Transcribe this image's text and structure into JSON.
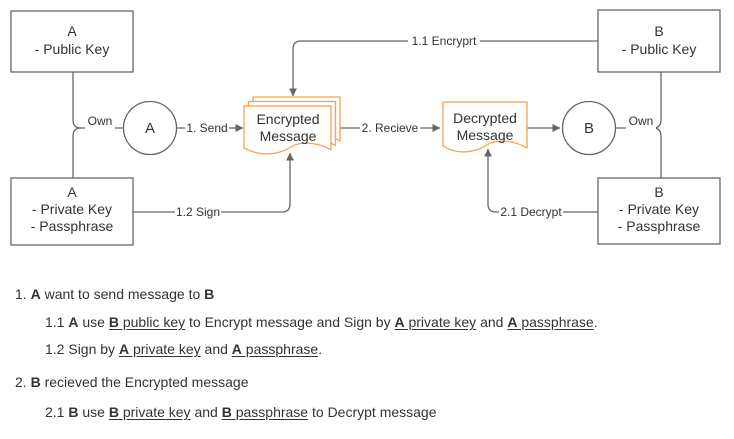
{
  "diagram": {
    "colors": {
      "line": "#666666",
      "accent": "#F5A24A",
      "text": "#333333"
    },
    "boxes": [
      {
        "lines": [
          "A",
          "- Public Key"
        ]
      },
      {
        "lines": [
          "A",
          "- Private Key",
          "- Passphrase"
        ]
      },
      {
        "lines": [
          "B",
          "- Public Key"
        ]
      },
      {
        "lines": [
          "B",
          "- Private Key",
          "- Passphrase"
        ]
      }
    ],
    "actors": [
      {
        "label": "A"
      },
      {
        "label": "B"
      }
    ],
    "documents": [
      {
        "lines": [
          "Encrypted",
          "Message"
        ]
      },
      {
        "lines": [
          "Decrypted",
          "Message"
        ]
      }
    ],
    "edge_labels": {
      "own_a": "Own",
      "send": "1. Send",
      "encrypt": "1.1 Encryprt",
      "receive": "2. Recieve",
      "sign": "1.2 Sign",
      "decrypt": "2.1 Decrypt",
      "own_b": "Own"
    }
  },
  "notes": {
    "items": [
      {
        "segments": [
          {
            "text": "1. "
          },
          {
            "text": "A",
            "bold": true
          },
          {
            "text": " want to send message to "
          },
          {
            "text": "B",
            "bold": true
          }
        ]
      },
      {
        "segments": [
          {
            "text": "1.1 "
          },
          {
            "text": "A",
            "bold": true
          },
          {
            "text": " use "
          },
          {
            "text": "B",
            "bold": true,
            "underline": true
          },
          {
            "text": " public key",
            "underline": true
          },
          {
            "text": " to Encrypt message and Sign by "
          },
          {
            "text": "A",
            "bold": true,
            "underline": true
          },
          {
            "text": " private key",
            "underline": true
          },
          {
            "text": " and "
          },
          {
            "text": "A",
            "bold": true,
            "underline": true
          },
          {
            "text": " passphrase",
            "underline": true
          },
          {
            "text": "."
          }
        ]
      },
      {
        "segments": [
          {
            "text": "1.2 Sign by "
          },
          {
            "text": "A",
            "bold": true,
            "underline": true
          },
          {
            "text": " private key",
            "underline": true
          },
          {
            "text": " and "
          },
          {
            "text": "A",
            "bold": true,
            "underline": true
          },
          {
            "text": " passphrase",
            "underline": true
          },
          {
            "text": "."
          }
        ]
      },
      {
        "segments": [
          {
            "text": "2. "
          },
          {
            "text": "B",
            "bold": true
          },
          {
            "text": " recieved the Encrypted message"
          }
        ]
      },
      {
        "segments": [
          {
            "text": "2.1 "
          },
          {
            "text": "B",
            "bold": true
          },
          {
            "text": " use "
          },
          {
            "text": "B",
            "bold": true,
            "underline": true
          },
          {
            "text": " private key",
            "underline": true
          },
          {
            "text": " and "
          },
          {
            "text": "B",
            "bold": true,
            "underline": true
          },
          {
            "text": " passphrase",
            "underline": true
          },
          {
            "text": " to Decrypt message"
          }
        ]
      }
    ]
  }
}
